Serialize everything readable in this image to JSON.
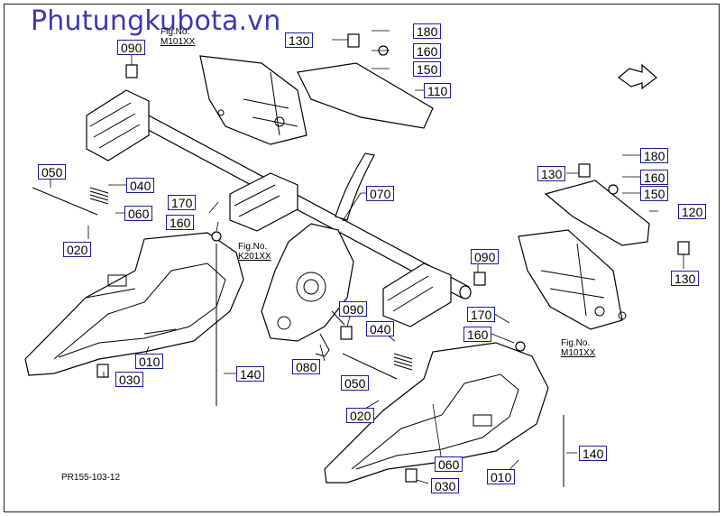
{
  "watermark": "Phutungkubota.vn",
  "drawing_code": "PR155-103-12",
  "fig_refs": [
    {
      "label": "Fig.No.",
      "number": "M101XX"
    },
    {
      "label": "Fig.No.",
      "number": "K201XX"
    },
    {
      "label": "Fig.No.",
      "number": "M101XX"
    }
  ],
  "callouts": [
    "090",
    "130",
    "180",
    "160",
    "150",
    "110",
    "050",
    "040",
    "060",
    "020",
    "170",
    "160",
    "070",
    "120",
    "180",
    "160",
    "150",
    "130",
    "130",
    "090",
    "090",
    "170",
    "160",
    "040",
    "010",
    "030",
    "140",
    "080",
    "050",
    "020",
    "060",
    "010",
    "030",
    "140"
  ],
  "icons": [
    "arrow-icon"
  ]
}
